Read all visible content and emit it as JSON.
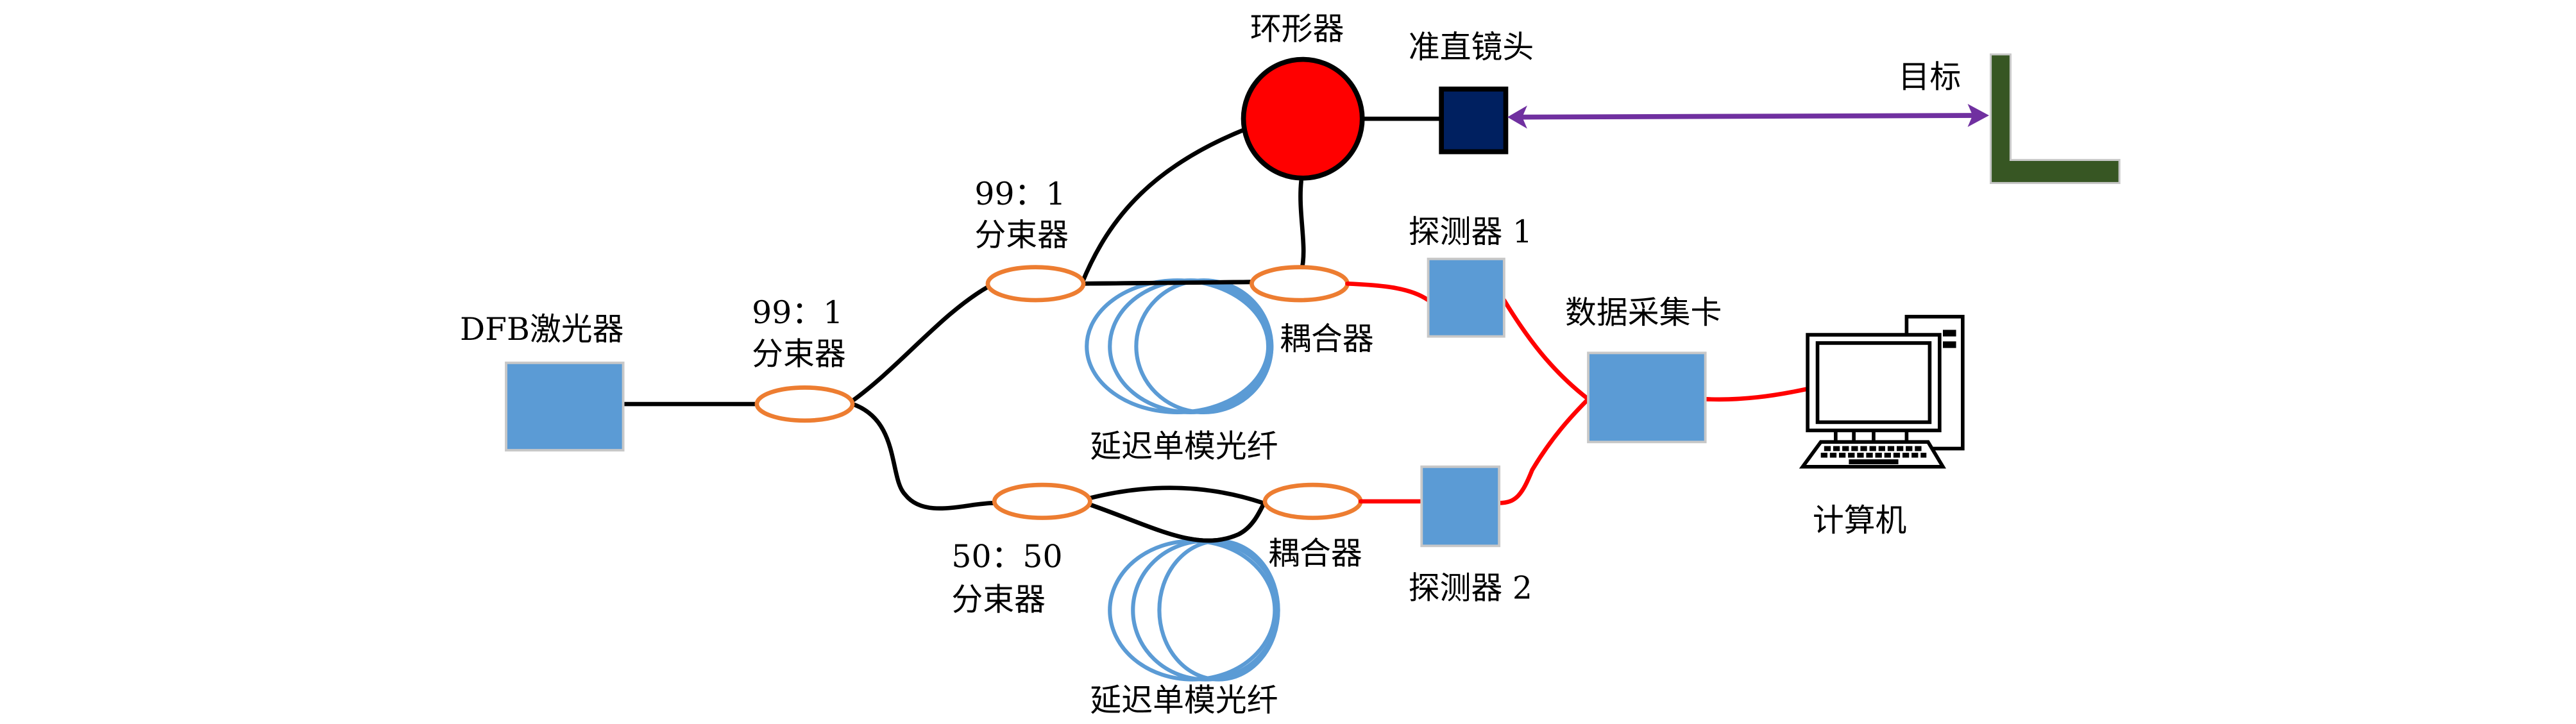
{
  "diagram": {
    "type": "fiber-optic lidar setup schematic",
    "colors": {
      "device_fill": "#5b9bd5",
      "splitter_stroke": "#ed7d31",
      "coil_stroke": "#5b9bd5",
      "circulator_fill": "#ff0000",
      "collimator_fill": "#002060",
      "target_fill": "#375623",
      "beam_color": "#7030a0",
      "electrical_line": "#ff0000",
      "fiber_line": "#000000"
    },
    "labels": {
      "laser": "DFB激光器",
      "splitter1_ratio": "99：1",
      "splitter1_name": "分束器",
      "splitter2_ratio": "99：1",
      "splitter2_name": "分束器",
      "splitter3_ratio": "50：50",
      "splitter3_name": "分束器",
      "circulator": "环形器",
      "collimator": "准直镜头",
      "target": "目标",
      "coupler1": "耦合器",
      "coupler2": "耦合器",
      "delay_fiber1": "延迟单模光纤",
      "delay_fiber2": "延迟单模光纤",
      "detector1": "探测器 1",
      "detector2": "探测器 2",
      "daq": "数据采集卡",
      "computer": "计算机"
    }
  }
}
